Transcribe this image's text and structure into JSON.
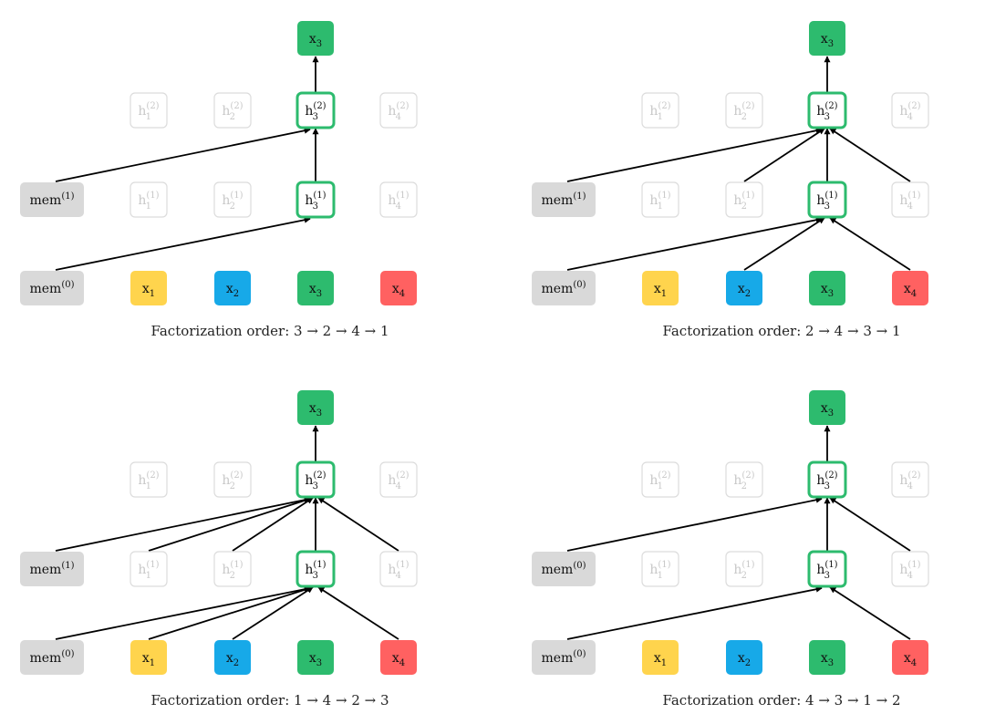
{
  "colors": {
    "x1": "#FFD44D",
    "x2": "#17A9E8",
    "x3": "#2DBB6E",
    "x4": "#FF6161",
    "mem": "#D9D9D9",
    "faded_border": "#DCDCDC",
    "faded_text": "#C8C8C8",
    "active_border": "#2DBB6E",
    "arrow": "#000000",
    "caption": "#222222"
  },
  "labels": {
    "x": [
      "x1",
      "x2",
      "x3",
      "x4"
    ],
    "h_layer1": [
      "h1(1)",
      "h2(1)",
      "h3(1)",
      "h4(1)"
    ],
    "h_layer2": [
      "h1(2)",
      "h2(2)",
      "h3(2)",
      "h4(2)"
    ],
    "mem0": "mem(0)",
    "mem1": "mem(1)",
    "output": "x3"
  },
  "panels": [
    {
      "caption": "Factorization order: 3 → 2 → 4 → 1",
      "mem_bottom": "mem(0)",
      "mem_top": "mem(1)",
      "layer1_inputs": [
        "mem"
      ],
      "layer2_inputs": [
        "mem",
        "self"
      ]
    },
    {
      "caption": "Factorization order: 2 → 4 → 3 → 1",
      "mem_bottom": "mem(0)",
      "mem_top": "mem(1)",
      "layer1_inputs": [
        "mem",
        "x2",
        "x4"
      ],
      "layer2_inputs": [
        "mem",
        "h2",
        "self",
        "h4"
      ]
    },
    {
      "caption": "Factorization order: 1 → 4 → 2 → 3",
      "mem_bottom": "mem(0)",
      "mem_top": "mem(1)",
      "layer1_inputs": [
        "mem",
        "x1",
        "x2",
        "x4"
      ],
      "layer2_inputs": [
        "mem",
        "h1",
        "h2",
        "self",
        "h4"
      ]
    },
    {
      "caption": "Factorization order: 4 → 3 → 1 → 2",
      "mem_bottom": "mem(0)",
      "mem_top": "mem(0)",
      "layer1_inputs": [
        "mem",
        "x4"
      ],
      "layer2_inputs": [
        "mem",
        "self",
        "h4"
      ]
    }
  ]
}
